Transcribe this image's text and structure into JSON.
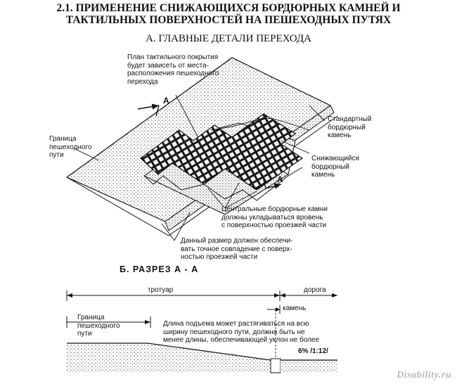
{
  "header": {
    "title_line1": "2.1. ПРИМЕНЕНИЕ СНИЖАЮЩИХСЯ БОРДЮРНЫХ КАМНЕЙ И",
    "title_line2": "ТАКТИЛЬНЫХ ПОВЕРХНОСТЕЙ НА ПЕШЕХОДНЫХ ПУТЯХ",
    "subtitle": "А. ГЛАВНЫЕ ДЕТАЛИ ПЕРЕХОДА"
  },
  "section_a": {
    "callouts": {
      "tactile_plan": [
        "План тактильного покрытия",
        "будет зависеть от места-",
        "расположения пешеходного",
        "перехода"
      ],
      "standard_curb": [
        "Стандартный",
        "бордюрный",
        "камень"
      ],
      "lowered_curb": [
        "Снижающийся",
        "бордюрный",
        "камень"
      ],
      "pedestrian_boundary": [
        "Граница",
        "пешеходного",
        "пути"
      ],
      "central_curbs": [
        "Центральные бордюрные камни",
        "должны укладываться вровень",
        "с поверхностью проезжей части"
      ],
      "dimension_note": [
        "Данный размер должен обеспечи-",
        "вать точное совпадение с поверх-",
        "ностью проезжей части"
      ]
    },
    "section_marks": {
      "top": "А",
      "bottom": "А"
    }
  },
  "section_b": {
    "heading": "Б. РАЗРЕЗ   А - А",
    "sidewalk_label": "тротуар",
    "road_label": "дорога",
    "curb_label": "камень",
    "boundary_label": [
      "Граница",
      "пешеходного",
      "пути"
    ],
    "ramp_note": [
      "Длина подъема может растягиваться на всю",
      "ширину пешеходного пути, должна быть не",
      "менее длины, обеспечивающей уклон не более"
    ],
    "slope": "6% /1:12/"
  },
  "watermark": "Disability.ru"
}
